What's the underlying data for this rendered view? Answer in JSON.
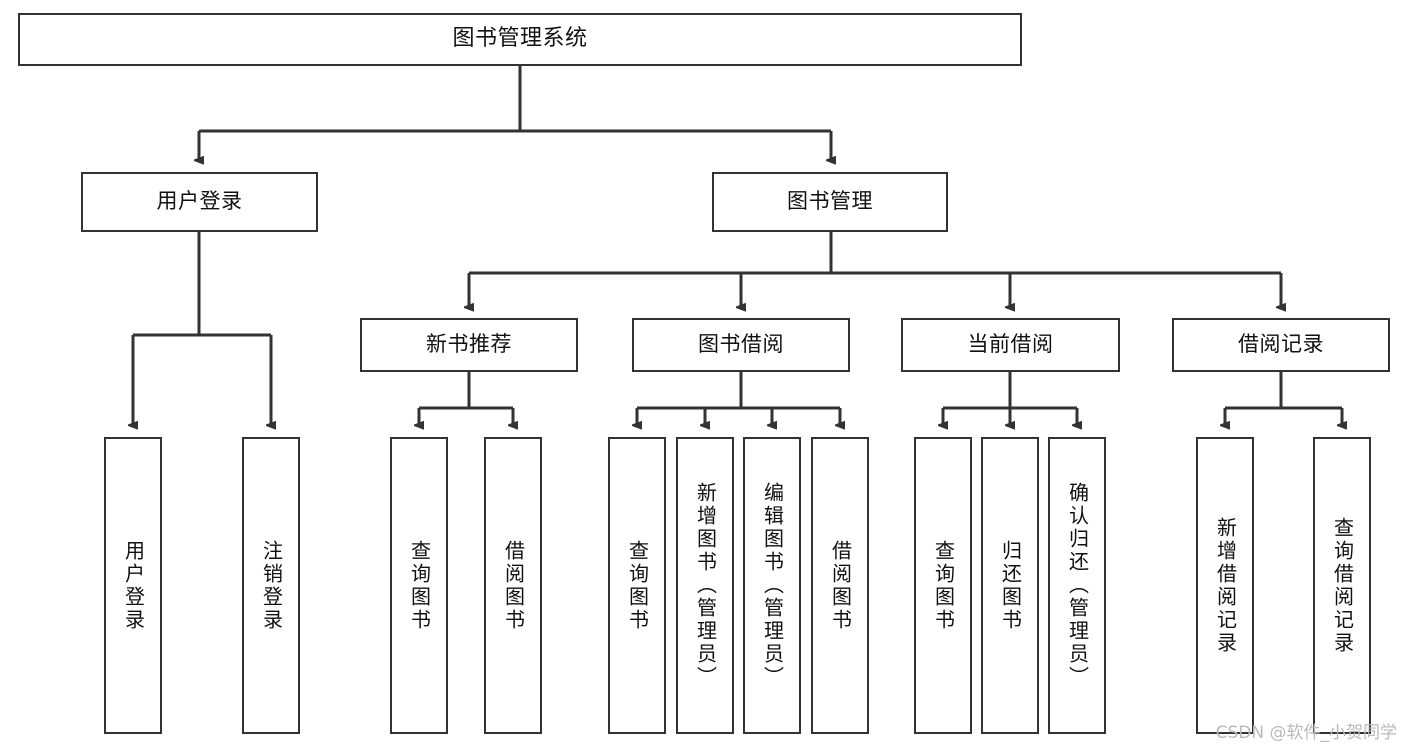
{
  "diagram": {
    "type": "tree",
    "title": "图书管理系统",
    "colors": {
      "stroke": "#333333",
      "fill": "#ffffff",
      "text": "#111111",
      "watermark": "#b9b9b9"
    },
    "nodes": {
      "root": {
        "label": "图书管理系统",
        "orientation": "horizontal"
      },
      "level1": [
        {
          "id": "user-login",
          "label": "用户登录",
          "orientation": "horizontal"
        },
        {
          "id": "book-management",
          "label": "图书管理",
          "orientation": "horizontal"
        }
      ],
      "level2": [
        {
          "id": "new-book-recommend",
          "label": "新书推荐",
          "orientation": "horizontal"
        },
        {
          "id": "book-borrow",
          "label": "图书借阅",
          "orientation": "horizontal"
        },
        {
          "id": "current-borrow",
          "label": "当前借阅",
          "orientation": "horizontal"
        },
        {
          "id": "borrow-record",
          "label": "借阅记录",
          "orientation": "horizontal"
        }
      ],
      "leaves": {
        "user-login": [
          {
            "id": "leaf-user-login",
            "label": "用户登录",
            "orientation": "vertical"
          },
          {
            "id": "leaf-logout",
            "label": "注销登录",
            "orientation": "vertical"
          }
        ],
        "new-book-recommend": [
          {
            "id": "leaf-query-book-1",
            "label": "查询图书",
            "orientation": "vertical"
          },
          {
            "id": "leaf-borrow-book-1",
            "label": "借阅图书",
            "orientation": "vertical"
          }
        ],
        "book-borrow": [
          {
            "id": "leaf-query-book-2",
            "label": "查询图书",
            "orientation": "vertical"
          },
          {
            "id": "leaf-add-book",
            "label": "新增图书（管理员）",
            "orientation": "vertical"
          },
          {
            "id": "leaf-edit-book",
            "label": "编辑图书（管理员）",
            "orientation": "vertical"
          },
          {
            "id": "leaf-borrow-book-2",
            "label": "借阅图书",
            "orientation": "vertical"
          }
        ],
        "current-borrow": [
          {
            "id": "leaf-query-book-3",
            "label": "查询图书",
            "orientation": "vertical"
          },
          {
            "id": "leaf-return-book",
            "label": "归还图书",
            "orientation": "vertical"
          },
          {
            "id": "leaf-confirm-return",
            "label": "确认归还（管理员）",
            "orientation": "vertical"
          }
        ],
        "borrow-record": [
          {
            "id": "leaf-add-record",
            "label": "新增借阅记录",
            "orientation": "vertical"
          },
          {
            "id": "leaf-query-record",
            "label": "查询借阅记录",
            "orientation": "vertical"
          }
        ]
      }
    },
    "watermark": "CSDN @软件_小贺同学"
  }
}
